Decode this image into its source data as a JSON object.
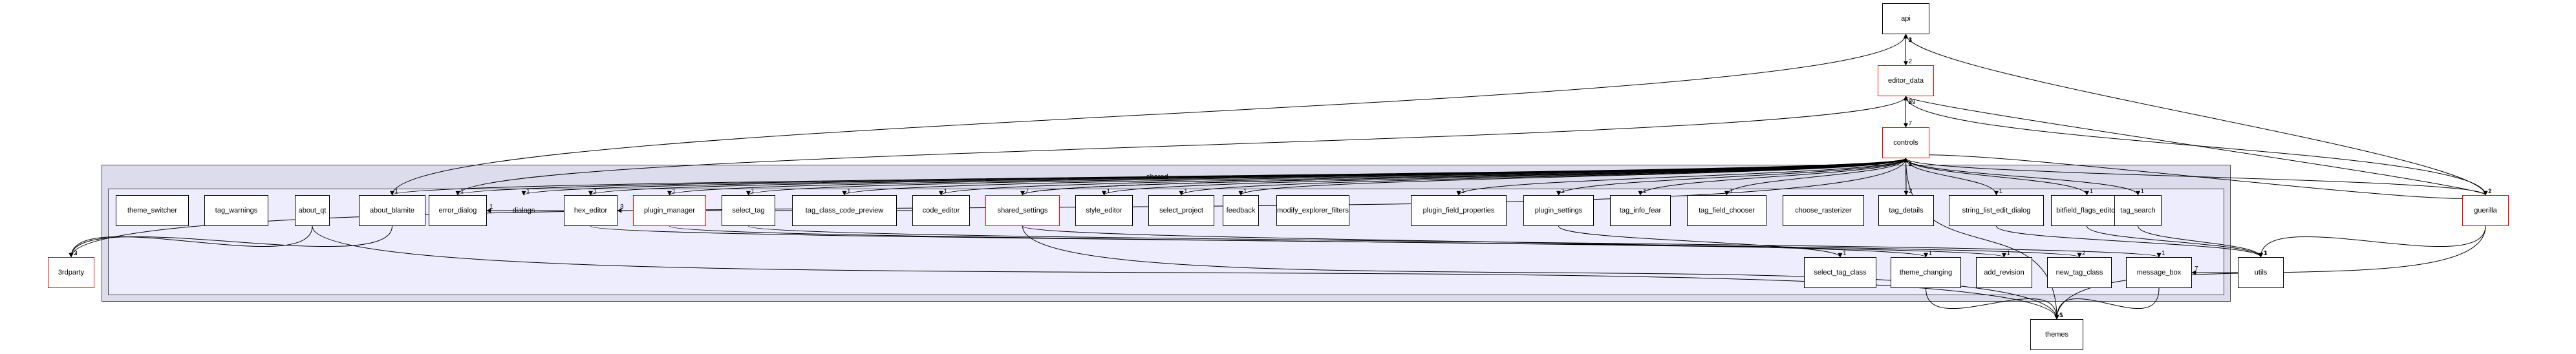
{
  "graph": {
    "type": "directory-dependency-graph",
    "cluster": {
      "label": "shared"
    },
    "external_nodes": [
      {
        "id": "api",
        "label": "api",
        "highlight": false
      },
      {
        "id": "editor_data",
        "label": "editor_data",
        "highlight": true
      },
      {
        "id": "controls",
        "label": "controls",
        "highlight": true
      },
      {
        "id": "guerilla",
        "label": "guerilla",
        "highlight": true
      },
      {
        "id": "3rdparty",
        "label": "3rdparty",
        "highlight": true
      },
      {
        "id": "utils",
        "label": "utils",
        "highlight": false
      },
      {
        "id": "themes",
        "label": "themes",
        "highlight": false
      }
    ],
    "shared_row1": [
      {
        "id": "theme_switcher",
        "label": "theme_switcher",
        "highlight": false
      },
      {
        "id": "tag_warnings",
        "label": "tag_warnings",
        "highlight": false
      },
      {
        "id": "about_qt",
        "label": "about_qt",
        "highlight": false
      },
      {
        "id": "about_blamite",
        "label": "about_blamite",
        "highlight": false
      },
      {
        "id": "error_dialog",
        "label": "error_dialog",
        "highlight": false
      },
      {
        "id": "dialogs",
        "label": "dialogs",
        "highlight": false,
        "plain": true
      },
      {
        "id": "hex_editor",
        "label": "hex_editor",
        "highlight": false
      },
      {
        "id": "plugin_manager",
        "label": "plugin_manager",
        "highlight": true
      },
      {
        "id": "select_tag",
        "label": "select_tag",
        "highlight": false
      },
      {
        "id": "tag_class_code_preview",
        "label": "tag_class_code_preview",
        "highlight": false
      },
      {
        "id": "code_editor",
        "label": "code_editor",
        "highlight": false
      },
      {
        "id": "shared_settings",
        "label": "shared_settings",
        "highlight": true
      },
      {
        "id": "style_editor",
        "label": "style_editor",
        "highlight": false
      },
      {
        "id": "select_project",
        "label": "select_project",
        "highlight": false
      },
      {
        "id": "feedback",
        "label": "feedback",
        "highlight": false
      },
      {
        "id": "modify_explorer_filters",
        "label": "modify_explorer_filters",
        "highlight": false
      },
      {
        "id": "plugin_field_properties",
        "label": "plugin_field_properties",
        "highlight": false
      },
      {
        "id": "plugin_settings",
        "label": "plugin_settings",
        "highlight": false
      },
      {
        "id": "tag_info_fear",
        "label": "tag_info_fear",
        "highlight": false
      },
      {
        "id": "tag_field_chooser",
        "label": "tag_field_chooser",
        "highlight": false
      },
      {
        "id": "choose_rasterizer",
        "label": "choose_rasterizer",
        "highlight": false
      },
      {
        "id": "tag_details",
        "label": "tag_details",
        "highlight": false
      },
      {
        "id": "string_list_edit_dialog",
        "label": "string_list_edit_dialog",
        "highlight": false
      },
      {
        "id": "bitfield_flags_editor",
        "label": "bitfield_flags_editor",
        "highlight": false
      },
      {
        "id": "tag_search",
        "label": "tag_search",
        "highlight": false
      }
    ],
    "shared_row2": [
      {
        "id": "select_tag_class",
        "label": "select_tag_class",
        "highlight": false
      },
      {
        "id": "theme_changing",
        "label": "theme_changing",
        "highlight": false
      },
      {
        "id": "add_revision",
        "label": "add_revision",
        "highlight": false
      },
      {
        "id": "new_tag_class",
        "label": "new_tag_class",
        "highlight": false
      },
      {
        "id": "message_box",
        "label": "message_box",
        "highlight": false
      }
    ],
    "edges": [
      {
        "from": "editor_data",
        "to": "api",
        "label": "1"
      },
      {
        "from": "api",
        "to": "editor_data",
        "label": "2"
      },
      {
        "from": "controls",
        "to": "api",
        "label": "1"
      },
      {
        "from": "controls",
        "to": "editor_data",
        "label": "29"
      },
      {
        "from": "editor_data",
        "to": "controls",
        "label": "7"
      },
      {
        "from": "guerilla",
        "to": "api",
        "label": "3"
      },
      {
        "from": "guerilla",
        "to": "editor_data",
        "label": "7"
      },
      {
        "from": "guerilla",
        "to": "controls",
        "label": "5"
      },
      {
        "from": "about_blamite",
        "to": "api",
        "label": "1"
      },
      {
        "from": "error_dialog",
        "to": "editor_data",
        "label": "8"
      },
      {
        "from": "shared_settings",
        "to": "controls",
        "label": "1"
      },
      {
        "from": "controls",
        "to": "about_blamite",
        "label": "1"
      },
      {
        "from": "controls",
        "to": "error_dialog",
        "label": "1"
      },
      {
        "from": "controls",
        "to": "dialogs",
        "label": "1"
      },
      {
        "from": "controls",
        "to": "hex_editor",
        "label": "1"
      },
      {
        "from": "controls",
        "to": "plugin_manager",
        "label": "1"
      },
      {
        "from": "controls",
        "to": "select_tag",
        "label": "1"
      },
      {
        "from": "controls",
        "to": "tag_class_code_preview",
        "label": "1"
      },
      {
        "from": "controls",
        "to": "code_editor",
        "label": "1"
      },
      {
        "from": "controls",
        "to": "shared_settings",
        "label": "7"
      },
      {
        "from": "controls",
        "to": "style_editor",
        "label": "1"
      },
      {
        "from": "controls",
        "to": "select_project",
        "label": "1"
      },
      {
        "from": "controls",
        "to": "feedback",
        "label": "1"
      },
      {
        "from": "controls",
        "to": "plugin_field_properties",
        "label": "1"
      },
      {
        "from": "controls",
        "to": "plugin_settings",
        "label": "1"
      },
      {
        "from": "controls",
        "to": "tag_info_fear",
        "label": "1"
      },
      {
        "from": "controls",
        "to": "tag_field_chooser",
        "label": "1"
      },
      {
        "from": "controls",
        "to": "tag_details",
        "label": "2"
      },
      {
        "from": "tag_details",
        "to": "controls",
        "label": "1"
      },
      {
        "from": "controls",
        "to": "string_list_edit_dialog",
        "label": "1"
      },
      {
        "from": "controls",
        "to": "bitfield_flags_editor",
        "label": "1"
      },
      {
        "from": "controls",
        "to": "tag_search",
        "label": "1"
      },
      {
        "from": "controls",
        "to": "3rdparty",
        "label": "3"
      },
      {
        "from": "about_qt",
        "to": "3rdparty",
        "label": "2"
      },
      {
        "from": "about_blamite",
        "to": "3rdparty",
        "label": ""
      },
      {
        "from": "hex_editor",
        "to": "error_dialog",
        "label": "1"
      },
      {
        "from": "code_editor",
        "to": "hex_editor",
        "label": "3"
      },
      {
        "from": "plugin_settings",
        "to": "select_tag_class",
        "label": "1"
      },
      {
        "from": "shared_settings",
        "to": "theme_changing",
        "label": "1"
      },
      {
        "from": "plugin_manager",
        "to": "add_revision",
        "label": "1"
      },
      {
        "from": "hex_editor",
        "to": "new_tag_class",
        "label": "2"
      },
      {
        "from": "select_tag",
        "to": "message_box",
        "label": "1"
      },
      {
        "from": "utils",
        "to": "message_box",
        "label": "7"
      },
      {
        "from": "bitfield_flags_editor",
        "to": "utils",
        "label": "1"
      },
      {
        "from": "tag_search",
        "to": "utils",
        "label": "1"
      },
      {
        "from": "string_list_edit_dialog",
        "to": "utils",
        "label": "1"
      },
      {
        "from": "guerilla",
        "to": "utils",
        "label": "3"
      },
      {
        "from": "controls",
        "to": "guerilla",
        "label": "2"
      },
      {
        "from": "editor_data",
        "to": "guerilla",
        "label": "1"
      },
      {
        "from": "theme_changing",
        "to": "themes",
        "label": "1"
      },
      {
        "from": "message_box",
        "to": "themes",
        "label": "1"
      },
      {
        "from": "shared_settings",
        "to": "themes",
        "label": "1"
      },
      {
        "from": "guerilla",
        "to": "themes",
        "label": "5"
      },
      {
        "from": "about_qt",
        "to": "themes",
        "label": ""
      },
      {
        "from": "controls",
        "to": "themes",
        "label": ""
      }
    ]
  }
}
